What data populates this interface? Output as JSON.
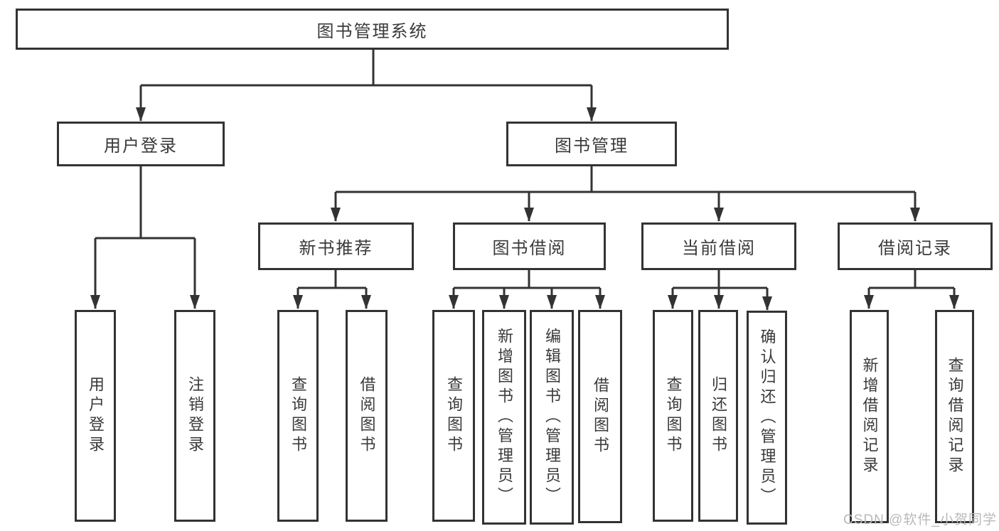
{
  "diagram_title": "图书管理系统",
  "nodes": {
    "root": "图书管理系统",
    "userLogin": "用户登录",
    "bookMgmt": "图书管理",
    "newBookRec": "新书推荐",
    "bookBorrow": "图书借阅",
    "currentBorrow": "当前借阅",
    "borrowRecords": "借阅记录",
    "aLogin": "用户登录",
    "aLogout": "注销登录",
    "bQuery": "查询图书",
    "bBorrow": "借阅图书",
    "cQuery": "查询图书",
    "cAdd": "新增图书（管理员）",
    "cEdit": "编辑图书（管理员）",
    "cBorrow": "借阅图书",
    "dQuery": "查询图书",
    "dReturn": "归还图书",
    "dConfirm": "确认归还（管理员）",
    "eAdd": "新增借阅记录",
    "eQuery": "查询借阅记录"
  },
  "watermark": "CSDN @软件_小贺同学",
  "colors": {
    "line": "#333333",
    "text": "#3a3a3a",
    "background": "#ffffff",
    "watermark": "#b9b9b9"
  }
}
